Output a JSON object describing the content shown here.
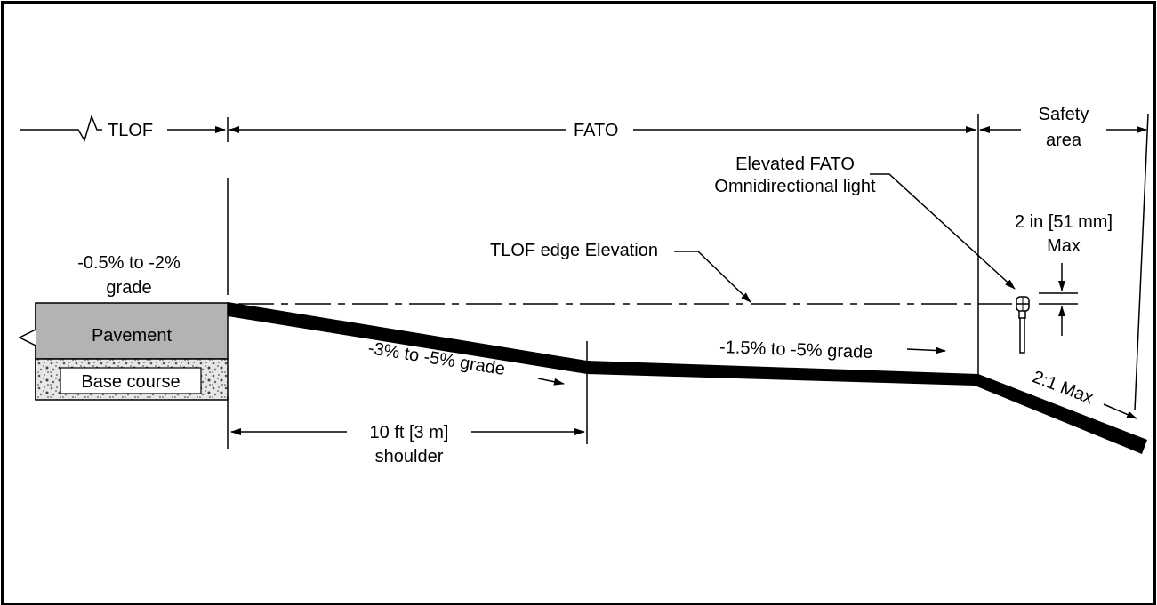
{
  "zones": {
    "tlof": "TLOF",
    "fato": "FATO",
    "safety_area_line1": "Safety",
    "safety_area_line2": "area"
  },
  "light": {
    "line1": "Elevated FATO",
    "line2": "Omnidirectional light"
  },
  "light_height": {
    "line1": "2 in [51 mm]",
    "line2": "Max"
  },
  "tlof_edge_label": "TLOF edge Elevation",
  "pavement": {
    "grade_line1": "-0.5% to -2%",
    "grade_line2": "grade",
    "pavement_label": "Pavement",
    "base_label": "Base course"
  },
  "slopes": {
    "shoulder_grade": "-3% to -5% grade",
    "fato_grade": "-1.5% to -5% grade",
    "safety_slope": "2:1 Max"
  },
  "shoulder": {
    "line1": "10 ft [3 m]",
    "line2": "shoulder"
  },
  "colors": {
    "pavement_fill": "#b3b3b3",
    "ground_line": "#000000",
    "border": "#000000"
  }
}
